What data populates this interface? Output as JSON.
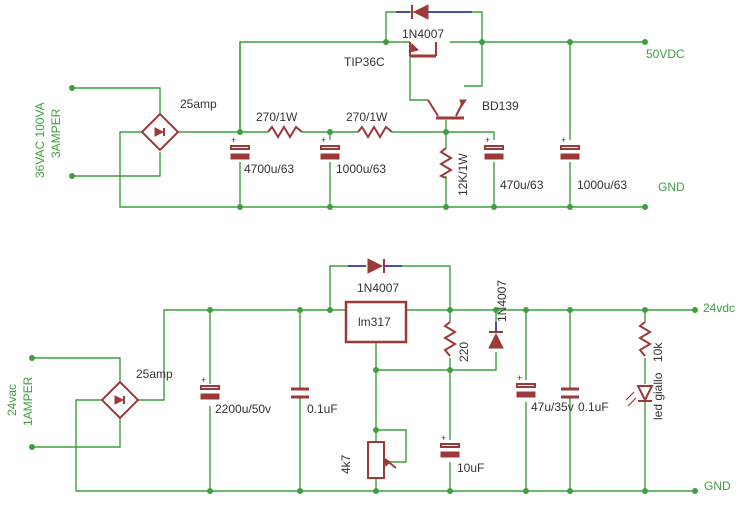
{
  "colors": {
    "wire": "#3f9f3f",
    "component": "#9c3a3a",
    "text": "#333333"
  },
  "upper": {
    "input_label_1": "36VAC 100VA",
    "input_label_2": "3AMPER",
    "bridge": "25amp",
    "diode": "1N4007",
    "transistor_1": "TIP36C",
    "transistor_2": "BD139",
    "r1": "270/1W",
    "r2": "270/1W",
    "r3": "12K/1W",
    "c1": "4700u/63",
    "c2": "1000u/63",
    "c3": "470u/63",
    "c4": "1000u/63",
    "out": "50VDC",
    "gnd": "GND"
  },
  "lower": {
    "input_label_1": "24vac",
    "input_label_2": "1AMPER",
    "bridge": "25amp",
    "diode_1": "1N4007",
    "diode_2": "1N4007",
    "regulator": "lm317",
    "r1": "220",
    "pot": "4k7",
    "c1": "2200u/50v",
    "c2": "0.1uF",
    "c3": "10uF",
    "c4": "47u/35v",
    "c5": "0.1uF",
    "r_led": "10k",
    "led": "led giallo",
    "out": "24vdc",
    "gnd": "GND"
  }
}
